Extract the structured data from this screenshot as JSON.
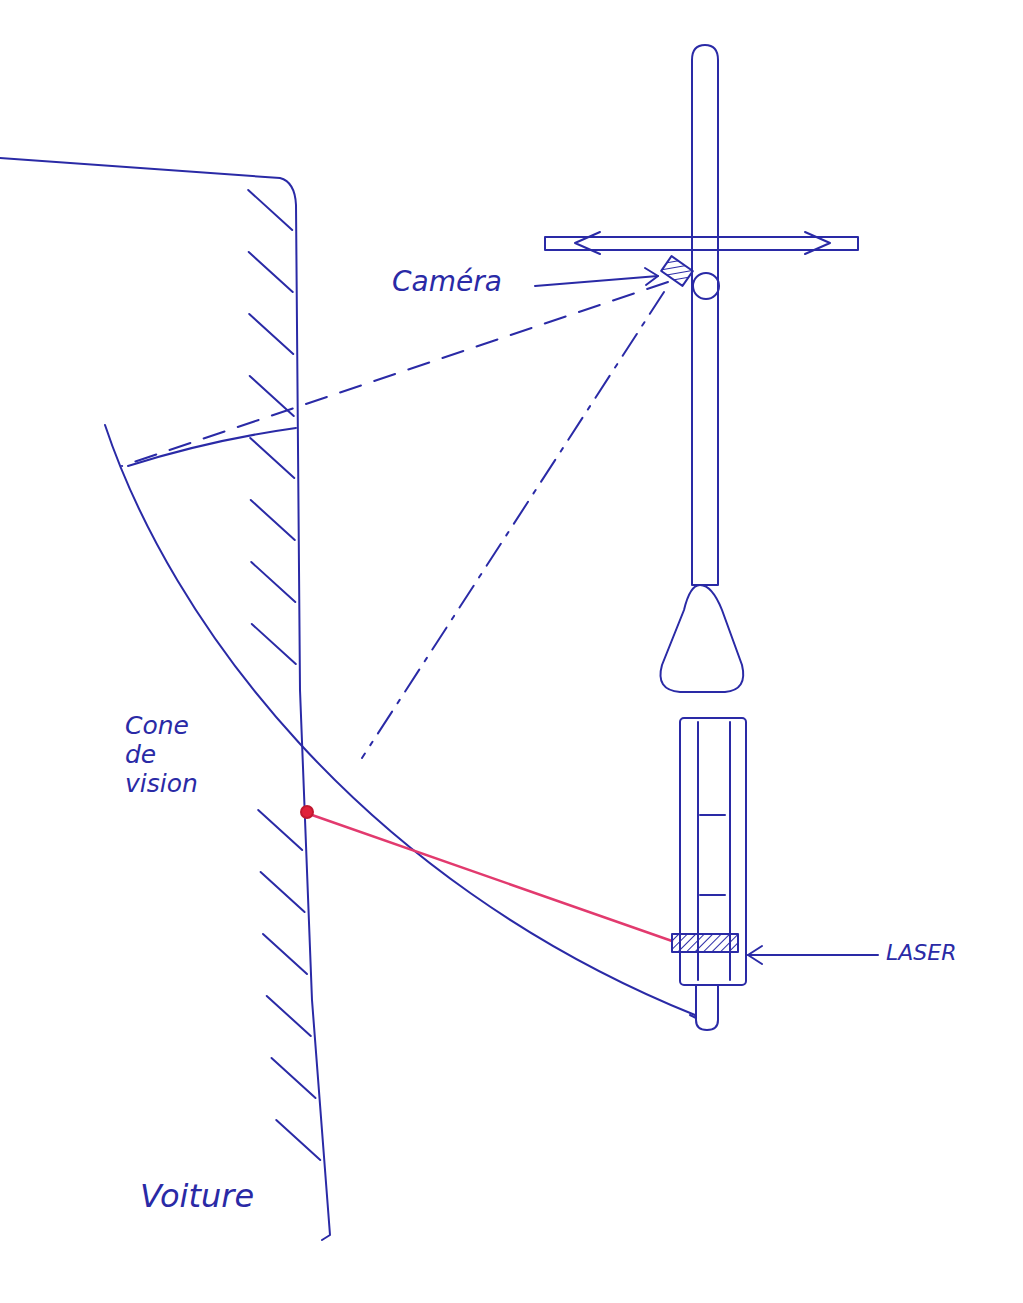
{
  "diagram": {
    "labels": [
      "Caméra",
      "Cone de vision",
      "LASER",
      "Voiture"
    ]
  }
}
